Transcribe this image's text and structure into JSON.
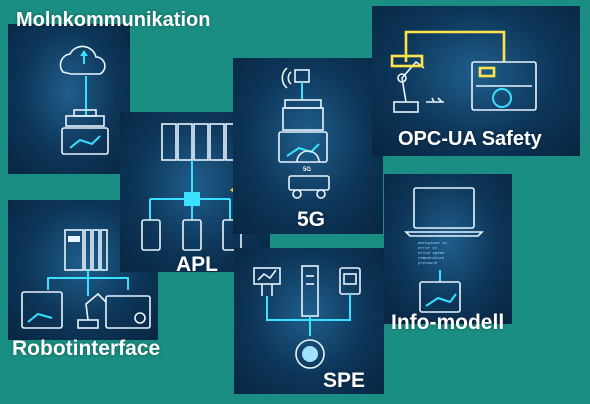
{
  "labels": {
    "molnkommunikation": "Molnkommunikation",
    "opc_ua_safety": "OPC-UA Safety",
    "apl": "APL",
    "five_g": "5G",
    "info_modell": "Info-modell",
    "robotinterface": "Robotinterface",
    "spe": "SPE",
    "ex_badge": "EX",
    "five_g_small": "5G"
  },
  "screen_lines": [
    "workpiece in",
    "error ct",
    "drive speed",
    "temperature",
    "pressure"
  ],
  "colors": {
    "background": "#1a8e82",
    "panel_dark": "#0d3558",
    "glow": "#39e0ff",
    "accent_yellow": "#ffe34a",
    "ex_badge": "#e6d62e",
    "text": "#ffffff"
  }
}
